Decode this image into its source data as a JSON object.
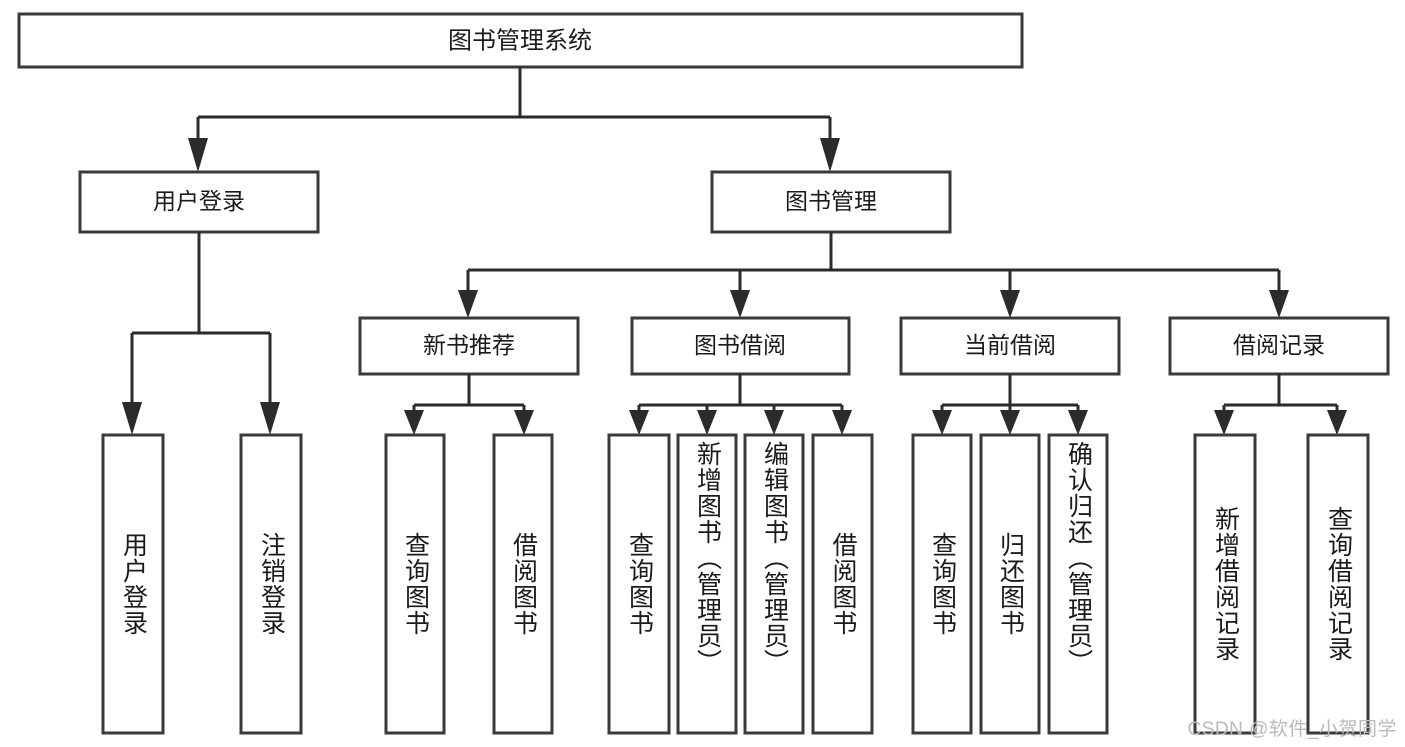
{
  "diagram": {
    "type": "tree",
    "title": "图书管理系统",
    "orientation": "top-down",
    "colors": {
      "background": "#ffffff",
      "box_fill": "#ffffff",
      "box_stroke": "#3a3a3a",
      "connector": "#2b2b2b",
      "text": "#1b1b1b",
      "watermark": "#b9b9b9"
    },
    "root": {
      "label": "图书管理系统"
    },
    "level1": [
      {
        "label": "用户登录"
      },
      {
        "label": "图书管理"
      }
    ],
    "level2": [
      {
        "label": "新书推荐"
      },
      {
        "label": "图书借阅"
      },
      {
        "label": "当前借阅"
      },
      {
        "label": "借阅记录"
      }
    ],
    "leaves": {
      "user_login": [
        {
          "label": "用户登录"
        },
        {
          "label": "注销登录"
        }
      ],
      "new_book_recommend": [
        {
          "label": "查询图书"
        },
        {
          "label": "借阅图书"
        }
      ],
      "book_borrow": [
        {
          "label": "查询图书"
        },
        {
          "label": "新增图书（管理员）"
        },
        {
          "label": "编辑图书（管理员）"
        },
        {
          "label": "借阅图书"
        }
      ],
      "current_borrow": [
        {
          "label": "查询图书"
        },
        {
          "label": "归还图书"
        },
        {
          "label": "确认归还（管理员）"
        }
      ],
      "borrow_record": [
        {
          "label": "新增借阅记录"
        },
        {
          "label": "查询借阅记录"
        }
      ]
    }
  },
  "watermark": {
    "text": "CSDN @软件_小贺同学"
  }
}
